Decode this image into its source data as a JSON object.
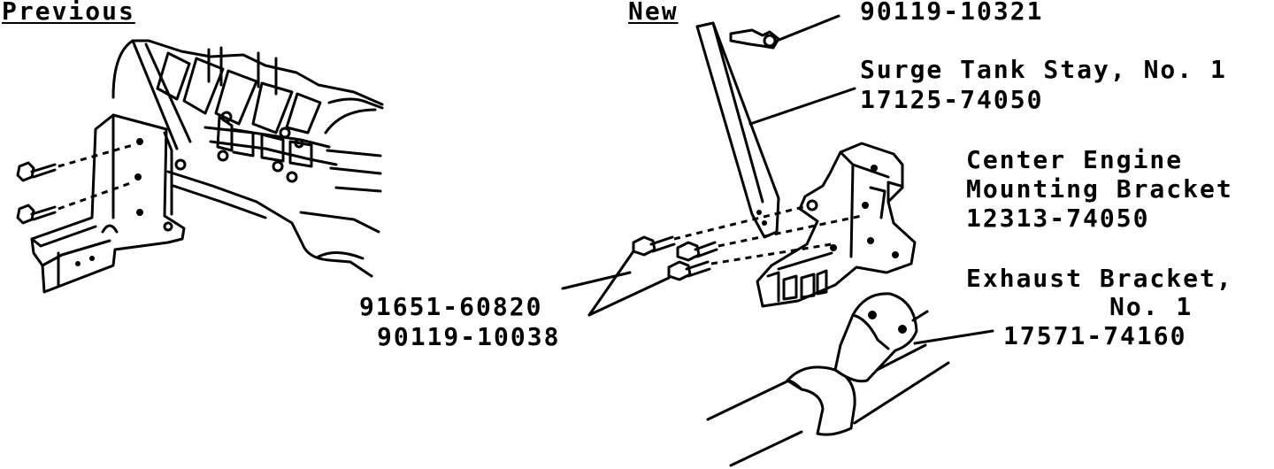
{
  "headings": {
    "previous": "Previous",
    "new": "New"
  },
  "labels": {
    "bolt_top": "90119-10321",
    "surge_tank_stay_name": "Surge Tank Stay, No. 1",
    "surge_tank_stay_part": "17125-74050",
    "center_bracket_name_1": "Center Engine",
    "center_bracket_name_2": "Mounting Bracket",
    "center_bracket_part": "12313-74050",
    "exhaust_bracket_name_1": "Exhaust Bracket,",
    "exhaust_bracket_name_2": "No. 1",
    "exhaust_bracket_part": "17571-74160",
    "bolt_lower_1": "91651-60820",
    "bolt_lower_2": "90119-10038"
  }
}
